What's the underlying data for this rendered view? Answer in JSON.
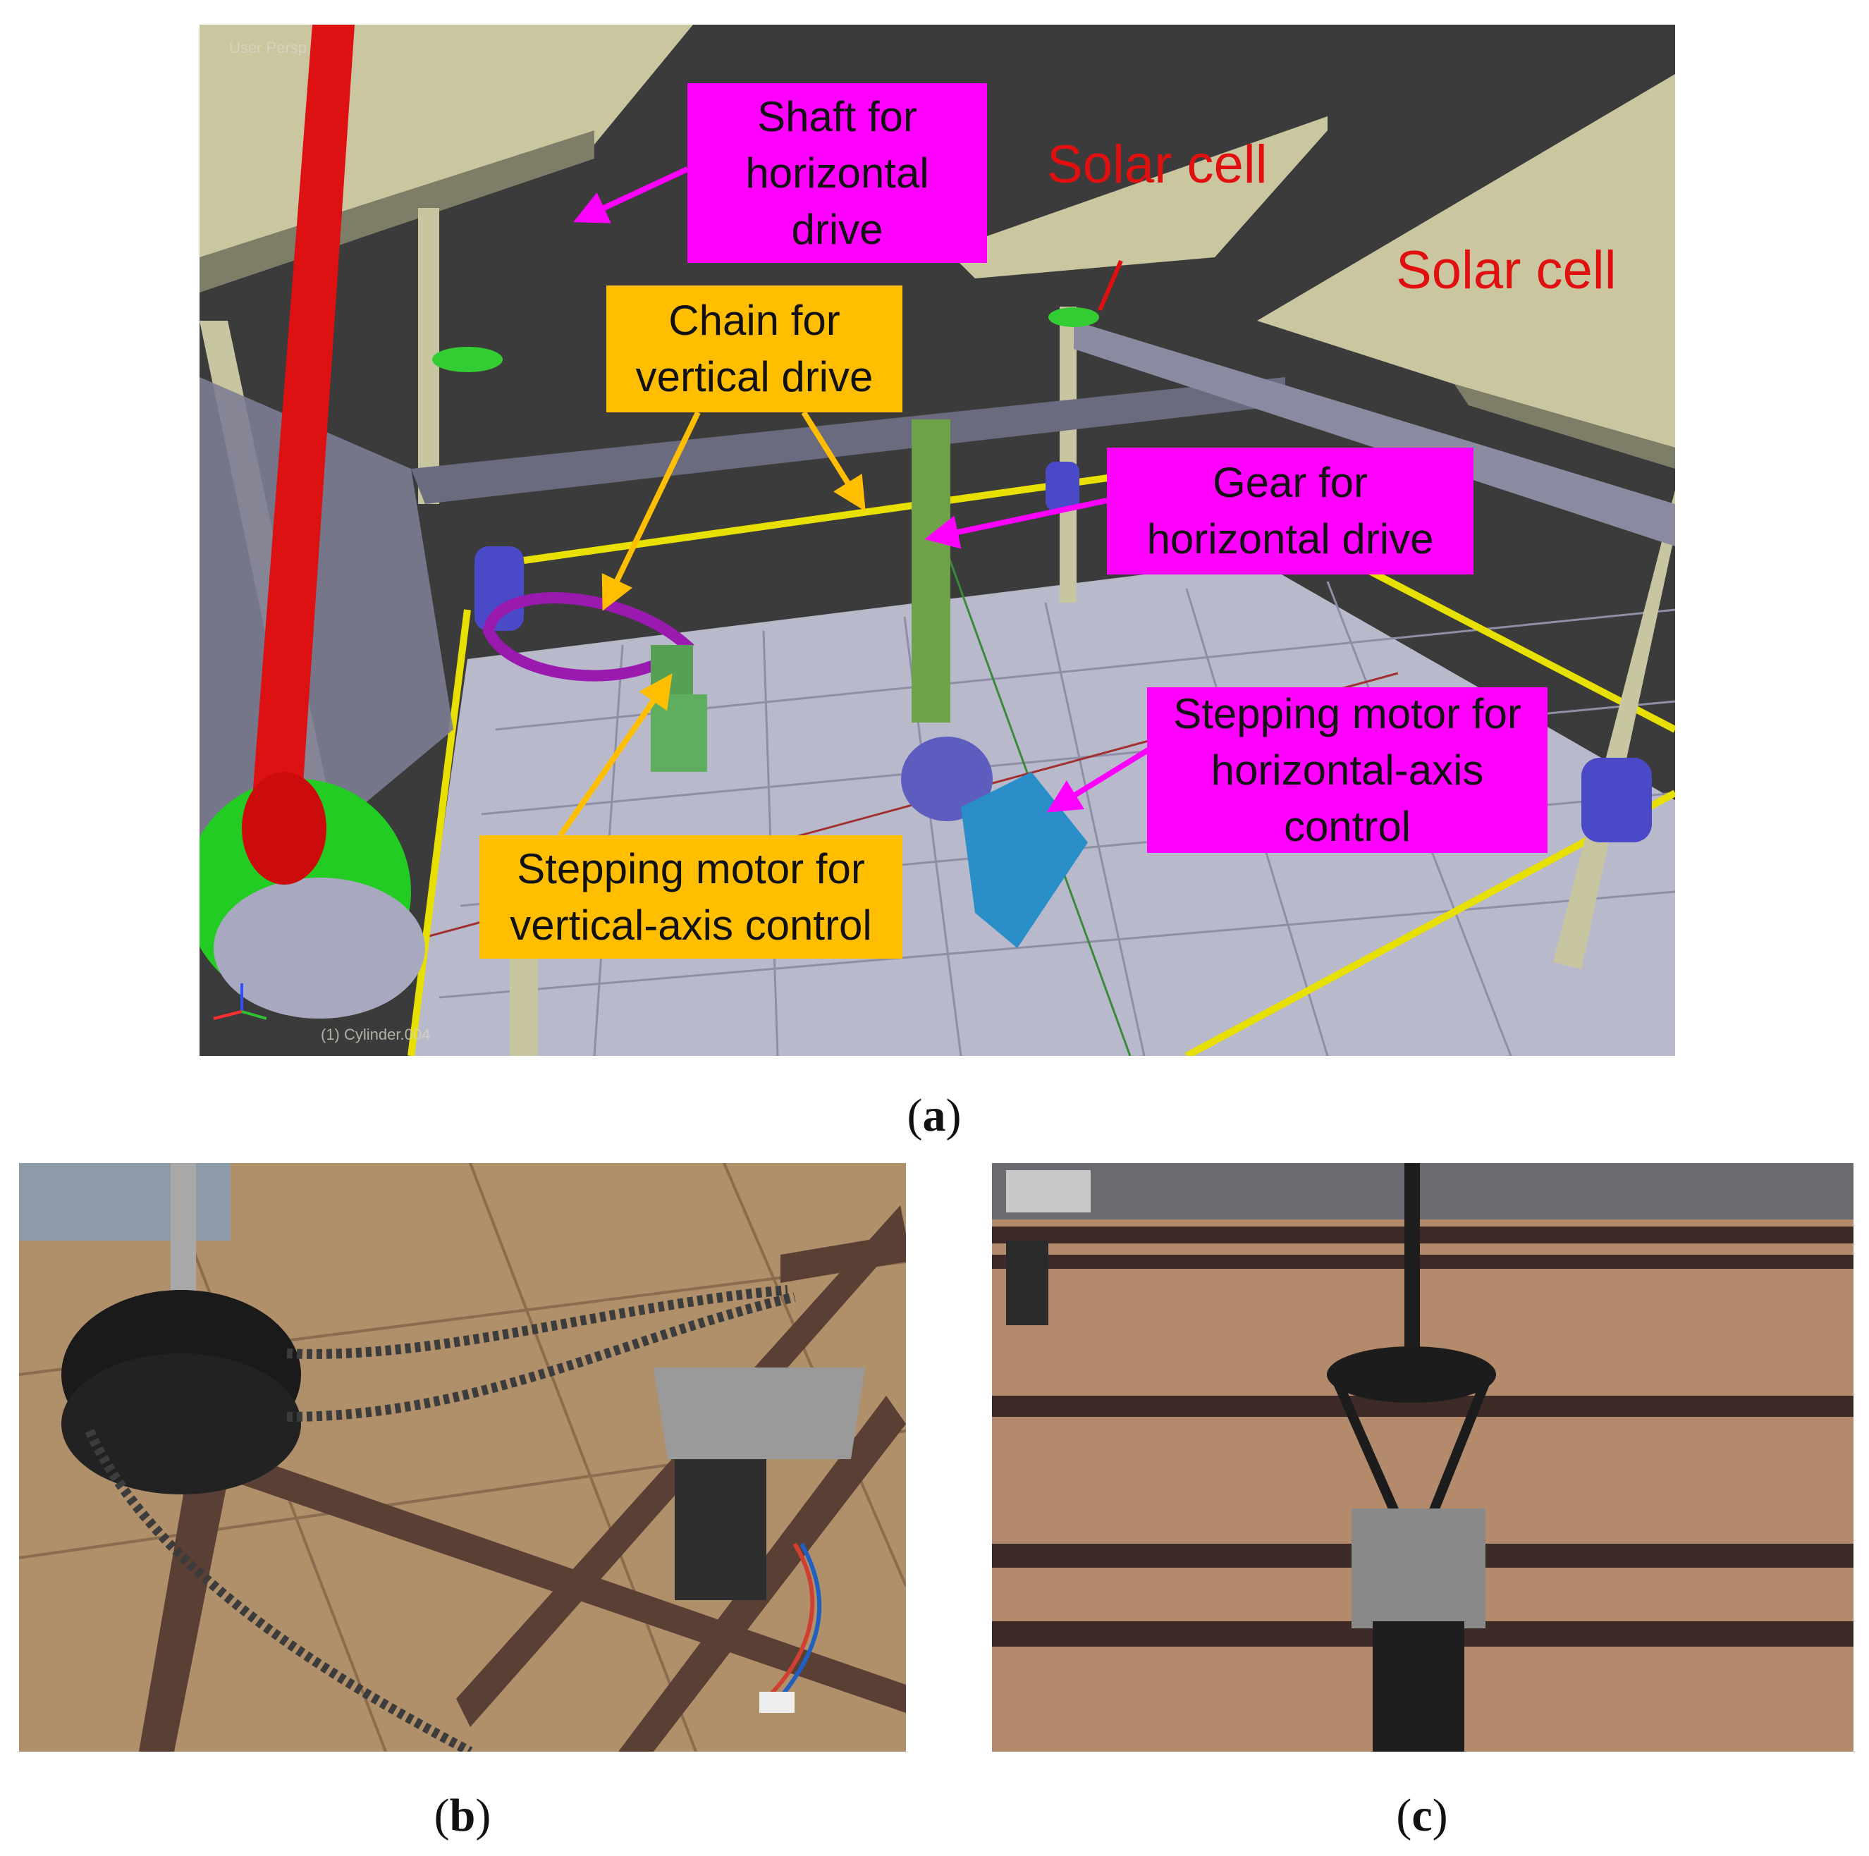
{
  "colors": {
    "magenta_box": "#ff00ff",
    "orange_box": "#ffbf00",
    "red_text": "#e01010",
    "magenta_arrow": "#ff00ff",
    "orange_arrow": "#ffbf00"
  },
  "panel_a": {
    "viewport_header": "User Persp",
    "viewport_footer": "(1) Cylinder.004",
    "labels": {
      "shaft": "Shaft for\nhorizontal\ndrive",
      "chain": "Chain for\nvertical drive",
      "gear": "Gear for\nhorizontal drive",
      "motor_horizontal": "Stepping motor for\nhorizontal-axis\ncontrol",
      "motor_vertical": "Stepping motor for\nvertical-axis control",
      "solar_cell_1": "Solar cell",
      "solar_cell_2": "Solar cell"
    }
  },
  "captions": {
    "a_letter": "a",
    "b_letter": "b",
    "c_letter": "c"
  }
}
